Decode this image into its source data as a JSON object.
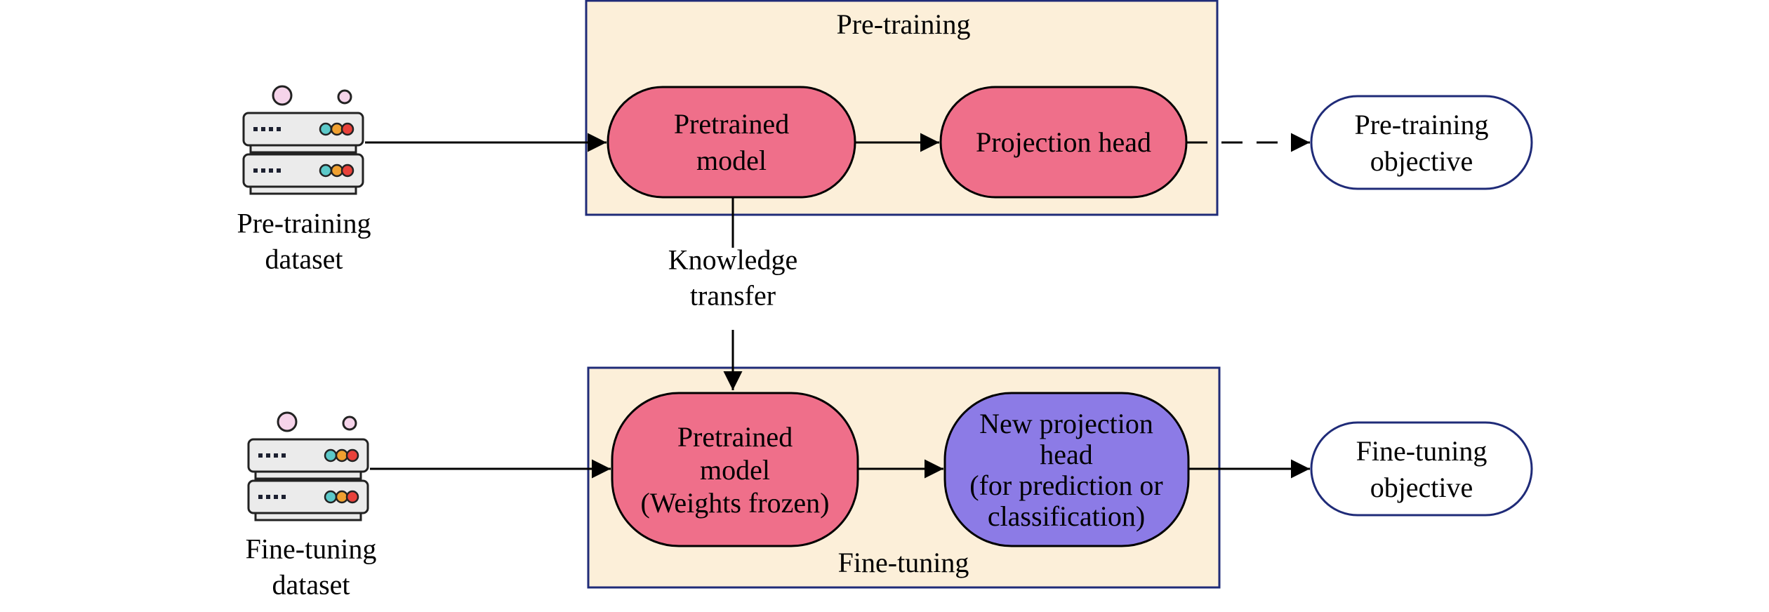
{
  "colors": {
    "panel_fill": "#fcefd9",
    "panel_stroke": "#1f2b78",
    "pink_node": "#ef6f8a",
    "purple_node": "#8c7be6",
    "objective_stroke": "#1f2b78",
    "server_body": "#ebebeb",
    "server_cyan": "#5cc9c9",
    "server_orange": "#f0a030",
    "server_red": "#e8413a",
    "bubble_fill": "#f6d4ea"
  },
  "icons": {
    "pretraining_dataset": "server-icon",
    "finetuning_dataset": "server-icon"
  },
  "pretraining": {
    "panel_label": "Pre-training",
    "dataset_label": [
      "Pre-training",
      "dataset"
    ],
    "model_label": [
      "Pretrained",
      "model"
    ],
    "head_label": [
      "Projection head"
    ],
    "objective_label": [
      "Pre-training",
      "objective"
    ]
  },
  "transfer": {
    "label": [
      "Knowledge",
      "transfer"
    ]
  },
  "finetuning": {
    "panel_label": "Fine-tuning",
    "dataset_label": [
      "Fine-tuning",
      "dataset"
    ],
    "model_label": [
      "Pretrained",
      "model",
      "(Weights frozen)"
    ],
    "head_label": [
      "New projection",
      "head",
      "(for prediction or",
      "classification)"
    ],
    "objective_label": [
      "Fine-tuning",
      "objective"
    ]
  }
}
